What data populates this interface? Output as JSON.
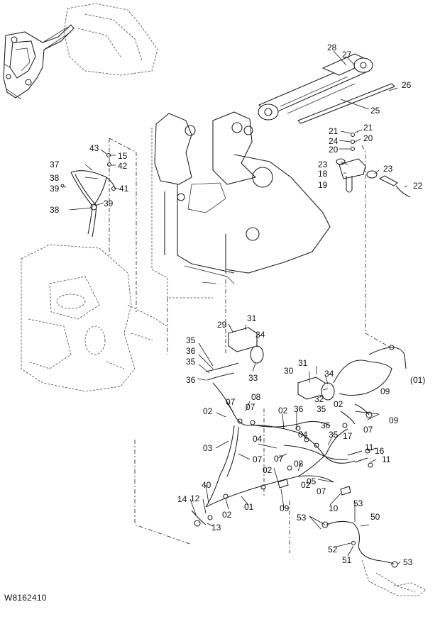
{
  "figure_id": "W8162410",
  "callouts": [
    {
      "id": "c28",
      "text": "28"
    },
    {
      "id": "c27",
      "text": "27"
    },
    {
      "id": "c26",
      "text": "26"
    },
    {
      "id": "c25",
      "text": "25"
    },
    {
      "id": "c21a",
      "text": "21"
    },
    {
      "id": "c21b",
      "text": "21"
    },
    {
      "id": "c24",
      "text": "24"
    },
    {
      "id": "c20a",
      "text": "20"
    },
    {
      "id": "c20b",
      "text": "20"
    },
    {
      "id": "c23a",
      "text": "23"
    },
    {
      "id": "c23b",
      "text": "23"
    },
    {
      "id": "c18",
      "text": "18"
    },
    {
      "id": "c19",
      "text": "19"
    },
    {
      "id": "c22",
      "text": "22"
    },
    {
      "id": "c43",
      "text": "43"
    },
    {
      "id": "c15",
      "text": "15"
    },
    {
      "id": "c42",
      "text": "42"
    },
    {
      "id": "c37",
      "text": "37"
    },
    {
      "id": "c38a",
      "text": "38"
    },
    {
      "id": "c41",
      "text": "41"
    },
    {
      "id": "c39a",
      "text": "39"
    },
    {
      "id": "c39b",
      "text": "39"
    },
    {
      "id": "c38b",
      "text": "38"
    },
    {
      "id": "c31a",
      "text": "31"
    },
    {
      "id": "c29",
      "text": "29"
    },
    {
      "id": "c34a",
      "text": "34"
    },
    {
      "id": "c33",
      "text": "33"
    },
    {
      "id": "c35a",
      "text": "35"
    },
    {
      "id": "c36a",
      "text": "36"
    },
    {
      "id": "c35b",
      "text": "35"
    },
    {
      "id": "c36b",
      "text": "36"
    },
    {
      "id": "c31b",
      "text": "31"
    },
    {
      "id": "c30",
      "text": "30"
    },
    {
      "id": "c34b",
      "text": "34"
    },
    {
      "id": "c32",
      "text": "32"
    },
    {
      "id": "c09a",
      "text": "09"
    },
    {
      "id": "c01p",
      "text": "(01)"
    },
    {
      "id": "c02a",
      "text": "02"
    },
    {
      "id": "c07a",
      "text": "07"
    },
    {
      "id": "c08a",
      "text": "08"
    },
    {
      "id": "c07b",
      "text": "07"
    },
    {
      "id": "c02b",
      "text": "02"
    },
    {
      "id": "c36c",
      "text": "36"
    },
    {
      "id": "c35c",
      "text": "35"
    },
    {
      "id": "c02c",
      "text": "02"
    },
    {
      "id": "c09b",
      "text": "09"
    },
    {
      "id": "c07c",
      "text": "07"
    },
    {
      "id": "c36d",
      "text": "36"
    },
    {
      "id": "c17",
      "text": "17"
    },
    {
      "id": "c04a",
      "text": "04"
    },
    {
      "id": "c04b",
      "text": "04"
    },
    {
      "id": "c35d",
      "text": "35"
    },
    {
      "id": "c03",
      "text": "03"
    },
    {
      "id": "c07d",
      "text": "07"
    },
    {
      "id": "c07e",
      "text": "07"
    },
    {
      "id": "c08b",
      "text": "08"
    },
    {
      "id": "c11a",
      "text": "11"
    },
    {
      "id": "c16",
      "text": "16"
    },
    {
      "id": "c11b",
      "text": "11"
    },
    {
      "id": "c02d",
      "text": "02"
    },
    {
      "id": "c05",
      "text": "05"
    },
    {
      "id": "c40",
      "text": "40"
    },
    {
      "id": "c02e",
      "text": "02"
    },
    {
      "id": "c07f",
      "text": "07"
    },
    {
      "id": "c14",
      "text": "14"
    },
    {
      "id": "c12",
      "text": "12"
    },
    {
      "id": "c01",
      "text": "01"
    },
    {
      "id": "c09c",
      "text": "09"
    },
    {
      "id": "c10",
      "text": "10"
    },
    {
      "id": "c02f",
      "text": "02"
    },
    {
      "id": "c13",
      "text": "13"
    },
    {
      "id": "c53a",
      "text": "53"
    },
    {
      "id": "c50",
      "text": "50"
    },
    {
      "id": "c53b",
      "text": "53"
    },
    {
      "id": "c52",
      "text": "52"
    },
    {
      "id": "c51",
      "text": "51"
    },
    {
      "id": "c53c",
      "text": "53"
    }
  ]
}
